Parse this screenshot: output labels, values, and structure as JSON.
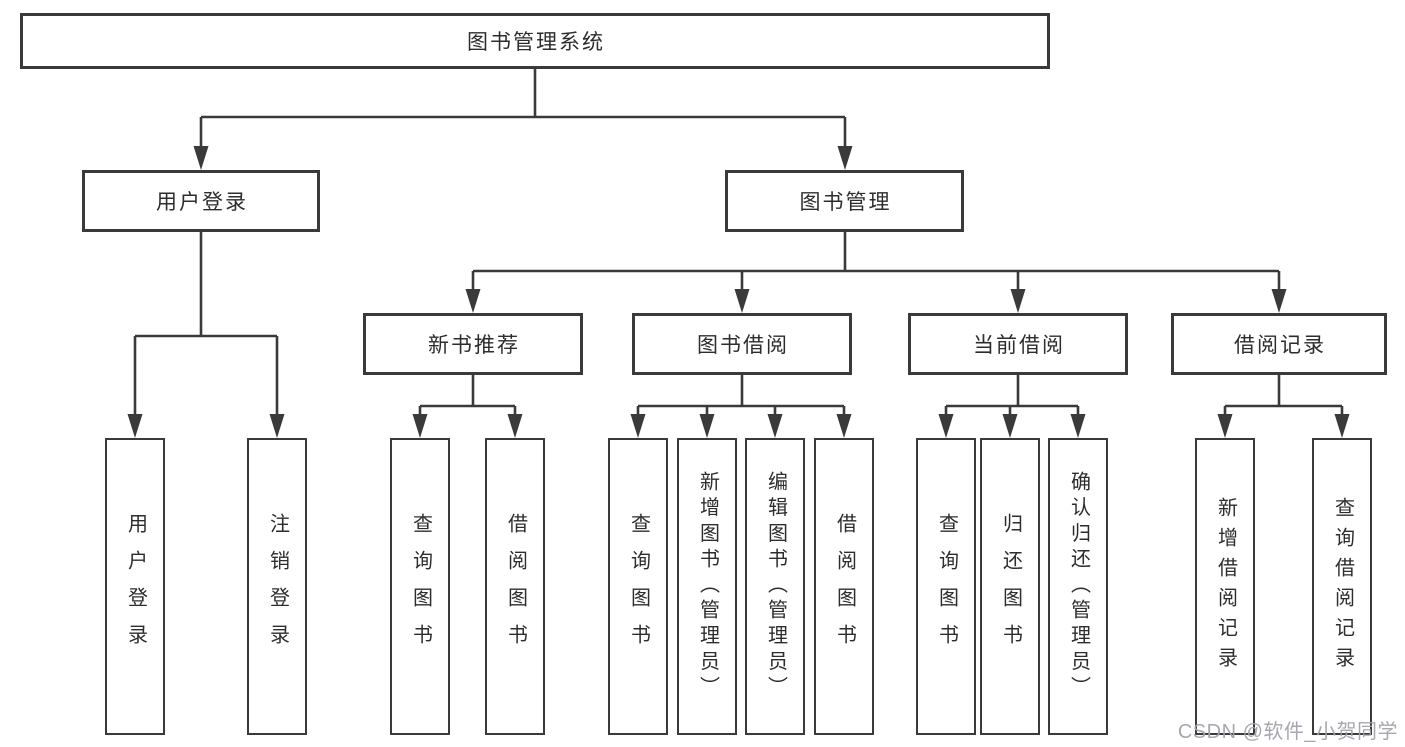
{
  "colors": {
    "line": "#3a3a3a",
    "box_border": "#3a3a3a",
    "box_background": "#ffffff",
    "text": "#2d2d2d",
    "page_background": "#ffffff",
    "watermark_text_color": "#a2a2ac"
  },
  "tree": {
    "root": {
      "label": "图书管理系统"
    },
    "branches": [
      {
        "label": "用户登录",
        "children": [
          {
            "label": "用户登录"
          },
          {
            "label": "注销登录"
          }
        ]
      },
      {
        "label": "图书管理",
        "children": [
          {
            "label": "新书推荐",
            "children": [
              {
                "label": "查询图书"
              },
              {
                "label": "借阅图书"
              }
            ]
          },
          {
            "label": "图书借阅",
            "children": [
              {
                "label": "查询图书"
              },
              {
                "label": "新增图书（管理员）"
              },
              {
                "label": "编辑图书（管理员）"
              },
              {
                "label": "借阅图书"
              }
            ]
          },
          {
            "label": "当前借阅",
            "children": [
              {
                "label": "查询图书"
              },
              {
                "label": "归还图书"
              },
              {
                "label": "确认归还（管理员）"
              }
            ]
          },
          {
            "label": "借阅记录",
            "children": [
              {
                "label": "新增借阅记录"
              },
              {
                "label": "查询借阅记录"
              }
            ]
          }
        ]
      }
    ]
  },
  "watermark": {
    "text": "CSDN @软件_小贺同学"
  }
}
